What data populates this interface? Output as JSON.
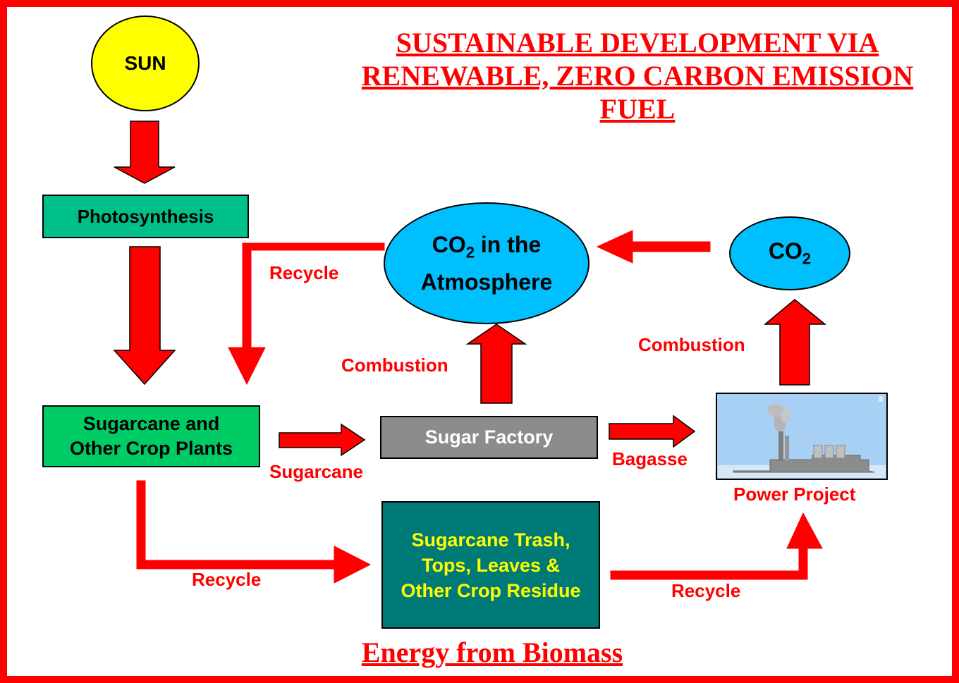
{
  "title": {
    "line1": "SUSTAINABLE DEVELOPMENT VIA",
    "line2": "RENEWABLE, ZERO CARBON EMISSION",
    "line3": "FUEL"
  },
  "footer_title": "Energy from Biomass",
  "nodes": {
    "sun": "SUN",
    "photosynthesis": "Photosynthesis",
    "crops": {
      "line1": "Sugarcane and",
      "line2": "Other Crop Plants"
    },
    "co2_atmosphere": {
      "co": "CO",
      "sub": "2",
      "rest": " in the",
      "line2": "Atmosphere"
    },
    "co2": {
      "co": "CO",
      "sub": "2"
    },
    "sugar_factory": "Sugar Factory",
    "trash": {
      "line1": "Sugarcane Trash,",
      "line2": "Tops, Leaves &",
      "line3": "Other Crop Residue"
    },
    "power_project": "Power Project"
  },
  "labels": {
    "recycle_top": "Recycle",
    "combustion_factory": "Combustion",
    "combustion_power": "Combustion",
    "sugarcane": "Sugarcane",
    "bagasse": "Bagasse",
    "recycle_bottom_left": "Recycle",
    "recycle_bottom_right": "Recycle"
  },
  "colors": {
    "arrow": "#ff0000",
    "border": "#ff0000",
    "sun": "#ffff00",
    "photosynthesis_box": "#00c08a",
    "crops_box": "#00cc66",
    "oval": "#00bfff",
    "factory_box": "#8c8c8c",
    "trash_box": "#007a76",
    "trash_text": "#ffff00"
  }
}
